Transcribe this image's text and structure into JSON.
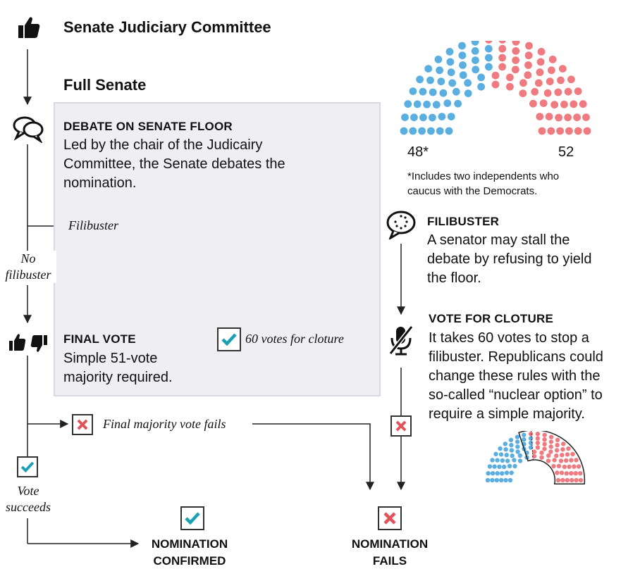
{
  "title": "Senate Judiciary Committee",
  "full_senate_title": "Full Senate",
  "debate": {
    "heading": "DEBATE ON SENATE FLOOR",
    "text": "Led by the chair of the Judicairy Committee, the Senate debates the nomination."
  },
  "filibuster": {
    "heading": "FILIBUSTER",
    "text": "A senator may stall the debate by refusing to yield the floor."
  },
  "cloture": {
    "heading": "VOTE FOR CLOTURE",
    "text": "It takes 60 votes to stop a filibuster. Republicans could change these rules with the so-called “nuclear option” to require a simple majority."
  },
  "final_vote": {
    "heading": "FINAL VOTE",
    "text": "Simple 51-vote majority required."
  },
  "labels": {
    "filibuster_path": "Filibuster",
    "no_filibuster": "No filibuster",
    "cloture_votes": "60 votes for cloture",
    "majority_fails": "Final majority vote fails",
    "vote_succeeds": "Vote succeeds"
  },
  "outcomes": {
    "confirmed": "NOMINATION CONFIRMED",
    "fails": "NOMINATION FAILS"
  },
  "senate": {
    "democrats_label": "48*",
    "republicans_label": "52",
    "democrats": 48,
    "republicans": 52,
    "footnote": "*Includes two independents who caucus with the Democrats.",
    "colors": {
      "democrat": "#5aafe0",
      "republican": "#ef7b80"
    }
  },
  "colors": {
    "check": "#1a9fb5",
    "cross": "#e0545a",
    "panel": "#eeeef3",
    "text": "#111111"
  }
}
